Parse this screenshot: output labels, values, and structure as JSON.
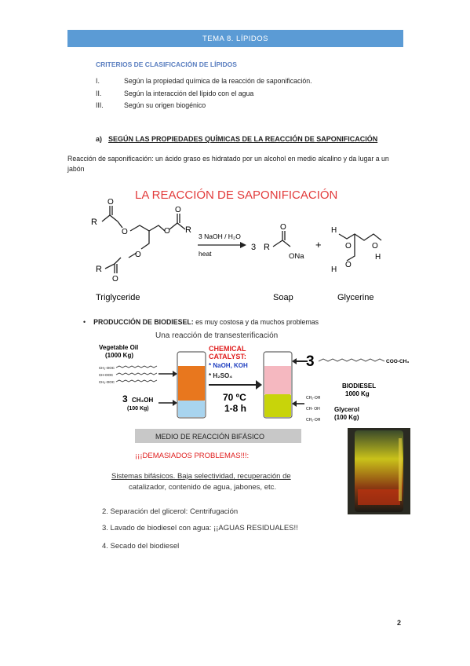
{
  "header": {
    "title": "TEMA 8. LÍPIDOS"
  },
  "section": {
    "title": "CRITERIOS DE CLASIFICACIÓN DE LÍPIDOS",
    "criteria": [
      {
        "num": "I.",
        "text": "Según la propiedad química de la reacción de saponificación."
      },
      {
        "num": "II.",
        "text": "Según la interacción del lípido con el agua"
      },
      {
        "num": "III.",
        "text": "Según su origen biogénico"
      }
    ]
  },
  "subsection": {
    "letter": "a)",
    "title": "SEGÚN LAS PROPIEDADES QUÍMICAS DE LA REACCIÓN DE SAPONIFICACIÓN"
  },
  "paragraph": "Reacción de saponificación: un ácido graso es hidratado por un alcohol en medio alcalino y da lugar a un jabón",
  "figure1": {
    "title": "LA REACCIÓN DE SAPONIFICACIÓN",
    "reagent": "3 NaOH / H₂O",
    "condition": "heat",
    "coef": "3",
    "labels": {
      "triglyceride": "Triglyceride",
      "soap": "Soap",
      "glycerine": "Glycerine"
    },
    "atoms": {
      "R": "R",
      "O": "O",
      "ONa": "ONa",
      "H": "H",
      "plus": "+"
    }
  },
  "bullet": {
    "bold": "PRODUCCIÓN DE BIODIESEL:",
    "text": " es muy costosa y da muchos problemas"
  },
  "figure2": {
    "title": "Una reacción de transesterificación",
    "veg_oil": "Vegetable Oil",
    "veg_oil_kg": "(1000 Kg)",
    "catalyst1": "CHEMICAL",
    "catalyst2": "CATALYST:",
    "catalyst3": "* NaOH, KOH",
    "catalyst4": "* H₂SO₄",
    "temp": "70 ºC",
    "time": "1-8 h",
    "methanol_coef": "3",
    "methanol": "CH₃OH",
    "methanol_kg": "(100 Kg)",
    "tri_rows": [
      "CH₂-OOC",
      "CH-OOC",
      "CH₂-OOC"
    ],
    "biodiesel_coef": "3",
    "biodiesel_chain": "COO-CH₃",
    "biodiesel": "BIODIESEL",
    "biodiesel_kg": "1000 Kg",
    "glycerol_rows": [
      "CH₂-OH",
      "CH- OH",
      "CH₂-OH"
    ],
    "glycerol": "Glycerol",
    "glycerol_kg": "(100 Kg)",
    "medio": "MEDIO DE REACCIÓN BIFÁSICO",
    "problems": "¡¡¡DEMASIADOS PROBLEMAS!!!:",
    "issues_line1": "Sistemas bifásicos. Baja selectividad, recuperación de",
    "issues_line2": "catalizador, contenido de agua, jabones, etc.",
    "steps": [
      "2. Separación del glicerol: Centrifugación",
      "3. Lavado de biodiesel con agua: ¡¡AGUAS RESIDUALES!!",
      "4. Secado del biodiesel"
    ]
  },
  "page_number": "2"
}
